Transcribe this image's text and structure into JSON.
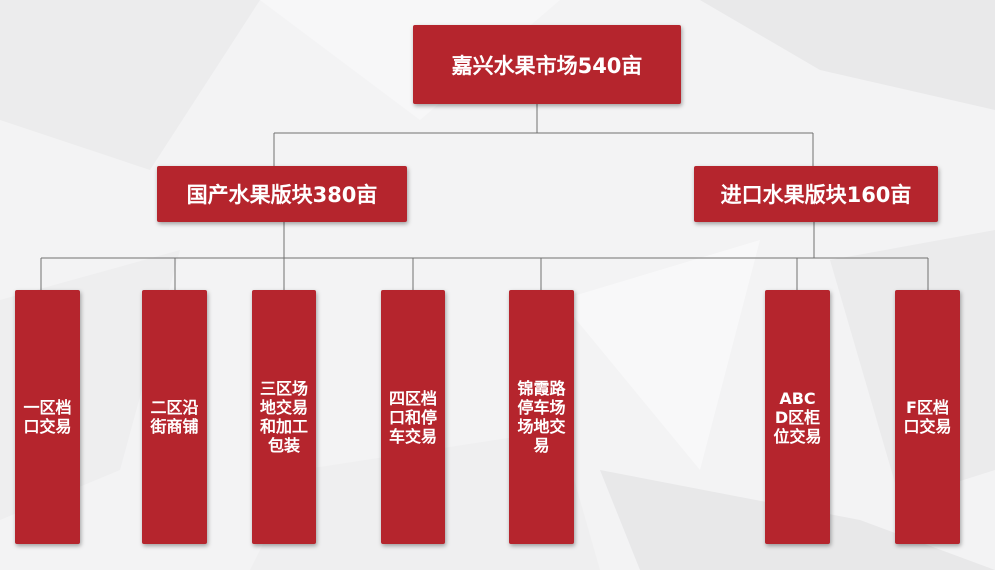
{
  "root": {
    "label": "嘉兴水果市场540亩"
  },
  "sections": [
    {
      "label": "国产水果版块380亩",
      "children": [
        "一区档口交易",
        "二区沿街商铺",
        "三区场地交易和加工包装",
        "四区档口和停车交易",
        "锦霞路停车场场地交易"
      ]
    },
    {
      "label": "进口水果版块160亩",
      "children": [
        "ABCD区柜位交易",
        "F区档口交易"
      ]
    }
  ],
  "colors": {
    "box": "#b5252d",
    "text": "#ffffff",
    "connector": "#707070",
    "background": "#f3f3f4"
  }
}
